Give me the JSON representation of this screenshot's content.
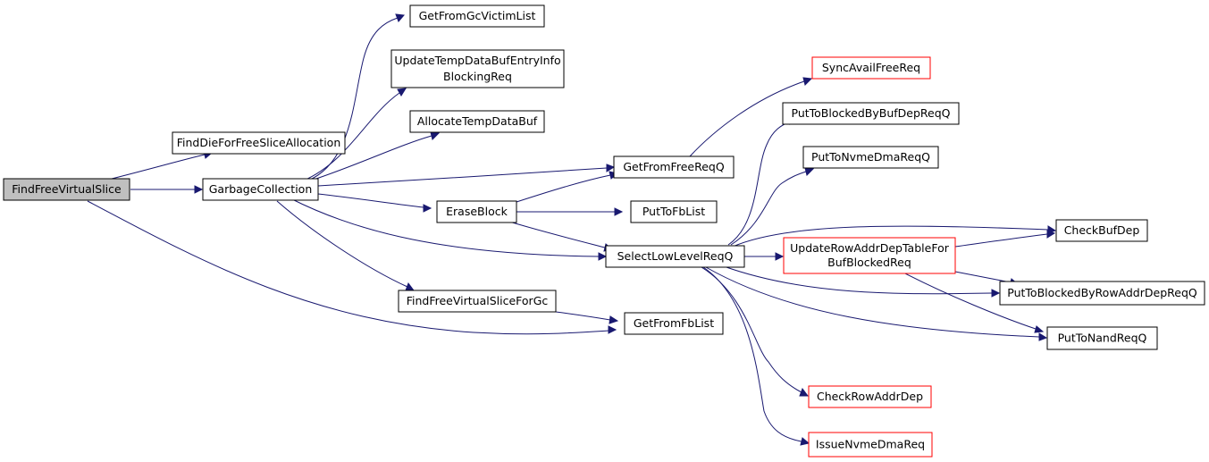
{
  "diagram": {
    "edge_color": "#191970",
    "root_fill": "#bfbfbf",
    "truncated_border_color": "#ff0000",
    "nodes": {
      "n_ffvs": {
        "lines": [
          "FindFreeVirtualSlice"
        ],
        "style": "root"
      },
      "n_fdfsa": {
        "lines": [
          "FindDieForFreeSliceAllocation"
        ],
        "style": "normal"
      },
      "n_gc": {
        "lines": [
          "GarbageCollection"
        ],
        "style": "normal"
      },
      "n_gfgvl": {
        "lines": [
          "GetFromGcVictimList"
        ],
        "style": "normal"
      },
      "n_utdbe": {
        "lines": [
          "UpdateTempDataBufEntryInfo",
          "BlockingReq"
        ],
        "style": "normal"
      },
      "n_atdb": {
        "lines": [
          "AllocateTempDataBuf"
        ],
        "style": "normal"
      },
      "n_ffvsgc": {
        "lines": [
          "FindFreeVirtualSliceForGc"
        ],
        "style": "normal"
      },
      "n_gffrq": {
        "lines": [
          "GetFromFreeReqQ"
        ],
        "style": "normal"
      },
      "n_eb": {
        "lines": [
          "EraseBlock"
        ],
        "style": "normal"
      },
      "n_ptfb": {
        "lines": [
          "PutToFbList"
        ],
        "style": "normal"
      },
      "n_sllrq": {
        "lines": [
          "SelectLowLevelReqQ"
        ],
        "style": "normal"
      },
      "n_gffb": {
        "lines": [
          "GetFromFbList"
        ],
        "style": "normal"
      },
      "n_safr": {
        "lines": [
          "SyncAvailFreeReq"
        ],
        "style": "red"
      },
      "n_ptbbd": {
        "lines": [
          "PutToBlockedByBufDepReqQ"
        ],
        "style": "normal"
      },
      "n_ptnd": {
        "lines": [
          "PutToNvmeDmaReqQ"
        ],
        "style": "normal"
      },
      "n_ura": {
        "lines": [
          "UpdateRowAddrDepTableFor",
          "BufBlockedReq"
        ],
        "style": "red"
      },
      "n_crad": {
        "lines": [
          "CheckRowAddrDep"
        ],
        "style": "red"
      },
      "n_indr": {
        "lines": [
          "IssueNvmeDmaReq"
        ],
        "style": "red"
      },
      "n_cbd": {
        "lines": [
          "CheckBufDep"
        ],
        "style": "normal"
      },
      "n_ptbra": {
        "lines": [
          "PutToBlockedByRowAddrDepReqQ"
        ],
        "style": "normal"
      },
      "n_ptnr": {
        "lines": [
          "PutToNandReqQ"
        ],
        "style": "normal"
      }
    },
    "edges": [
      {
        "from": "FindFreeVirtualSlice",
        "to": "FindDieForFreeSliceAllocation"
      },
      {
        "from": "FindFreeVirtualSlice",
        "to": "GarbageCollection"
      },
      {
        "from": "FindFreeVirtualSlice",
        "to": "GetFromFbList"
      },
      {
        "from": "GarbageCollection",
        "to": "GetFromGcVictimList"
      },
      {
        "from": "GarbageCollection",
        "to": "UpdateTempDataBufEntryInfoBlockingReq"
      },
      {
        "from": "GarbageCollection",
        "to": "AllocateTempDataBuf"
      },
      {
        "from": "GarbageCollection",
        "to": "GetFromFreeReqQ"
      },
      {
        "from": "GarbageCollection",
        "to": "EraseBlock"
      },
      {
        "from": "GarbageCollection",
        "to": "SelectLowLevelReqQ"
      },
      {
        "from": "GarbageCollection",
        "to": "FindFreeVirtualSliceForGc"
      },
      {
        "from": "EraseBlock",
        "to": "GetFromFreeReqQ"
      },
      {
        "from": "EraseBlock",
        "to": "PutToFbList"
      },
      {
        "from": "EraseBlock",
        "to": "SelectLowLevelReqQ"
      },
      {
        "from": "FindFreeVirtualSliceForGc",
        "to": "GetFromFbList"
      },
      {
        "from": "GetFromFreeReqQ",
        "to": "SyncAvailFreeReq"
      },
      {
        "from": "SelectLowLevelReqQ",
        "to": "PutToBlockedByBufDepReqQ"
      },
      {
        "from": "SelectLowLevelReqQ",
        "to": "PutToNvmeDmaReqQ"
      },
      {
        "from": "SelectLowLevelReqQ",
        "to": "CheckBufDep"
      },
      {
        "from": "SelectLowLevelReqQ",
        "to": "UpdateRowAddrDepTableForBufBlockedReq"
      },
      {
        "from": "SelectLowLevelReqQ",
        "to": "PutToBlockedByRowAddrDepReqQ"
      },
      {
        "from": "SelectLowLevelReqQ",
        "to": "PutToNandReqQ"
      },
      {
        "from": "SelectLowLevelReqQ",
        "to": "CheckRowAddrDep"
      },
      {
        "from": "SelectLowLevelReqQ",
        "to": "IssueNvmeDmaReq"
      },
      {
        "from": "UpdateRowAddrDepTableForBufBlockedReq",
        "to": "CheckBufDep"
      },
      {
        "from": "UpdateRowAddrDepTableForBufBlockedReq",
        "to": "PutToBlockedByRowAddrDepReqQ"
      },
      {
        "from": "UpdateRowAddrDepTableForBufBlockedReq",
        "to": "PutToNandReqQ"
      }
    ]
  }
}
